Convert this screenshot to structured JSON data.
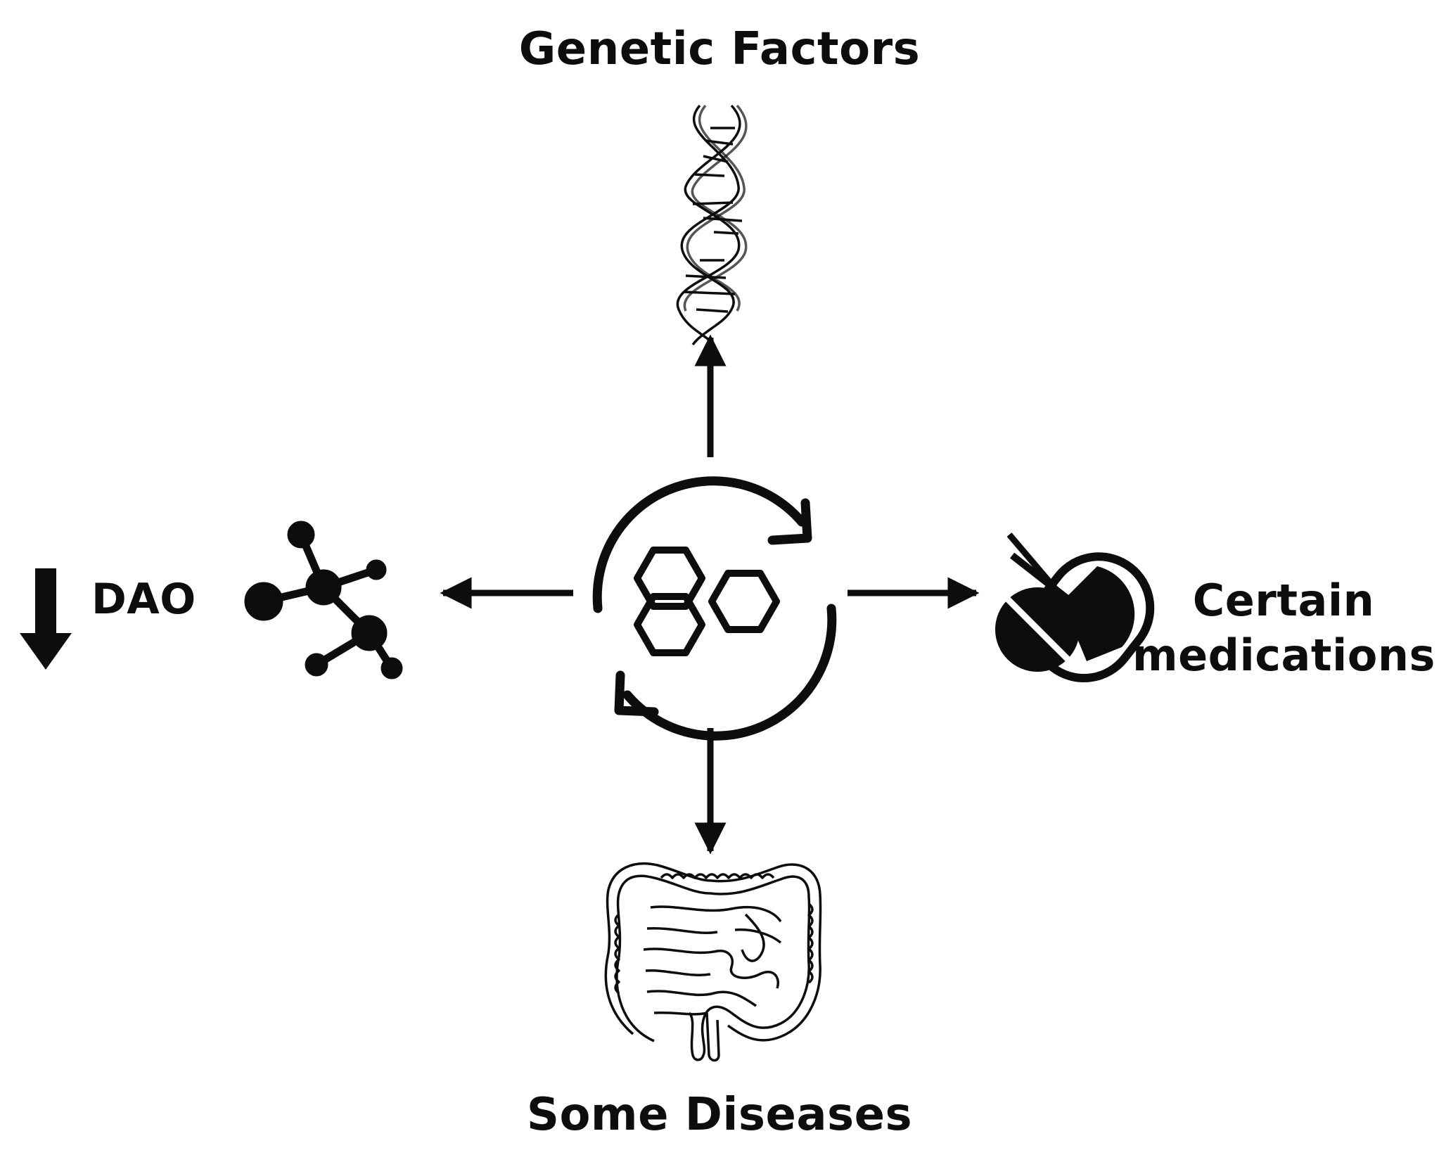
{
  "nodes": {
    "top": {
      "label": "Genetic Factors",
      "icon": "dna-icon"
    },
    "bottom": {
      "label": "Some Diseases",
      "icon": "intestine-icon"
    },
    "left": {
      "label": "DAO",
      "icon": "molecule-icon",
      "indicator": "down-arrow-icon"
    },
    "right": {
      "label_line1": "Certain",
      "label_line2": "medications",
      "icon": "pill-capsule-icon"
    }
  },
  "center": {
    "icon": "histamine-cycle-icon"
  },
  "colors": {
    "ink": "#0d0d0d",
    "background": "#ffffff"
  }
}
